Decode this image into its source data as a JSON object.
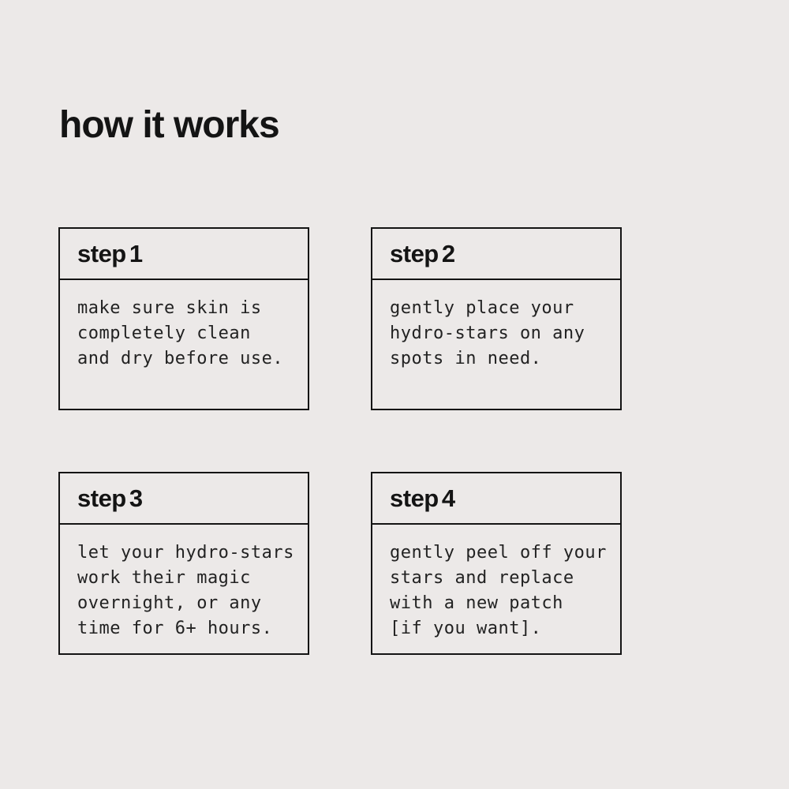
{
  "page": {
    "title": "how it works",
    "background_color": "#ECE9E8",
    "border_color": "#141414",
    "text_color": "#141414"
  },
  "steps": [
    {
      "label": "step 1",
      "description": "make sure skin is\ncompletely clean\nand dry before use."
    },
    {
      "label": "step 2",
      "description": "gently place your\nhydro-stars on any\nspots in need."
    },
    {
      "label": "step 3",
      "description": "let your hydro-stars\nwork their magic\novernight, or any\ntime for 6+ hours."
    },
    {
      "label": "step 4",
      "description": "gently peel off your\nstars and replace\nwith a new patch\n[if you want]."
    }
  ]
}
